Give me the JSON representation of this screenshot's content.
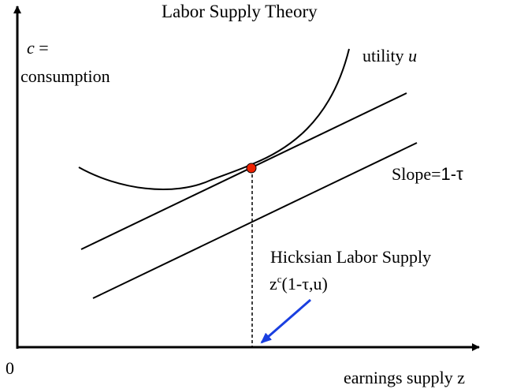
{
  "title": "Labor Supply Theory",
  "y_axis_label": {
    "var": "c",
    "eq": " =",
    "line2": "consumption"
  },
  "x_axis_label": "earnings supply z",
  "origin_label": "0",
  "utility_label": {
    "text": "utility ",
    "var": "u"
  },
  "slope_label": {
    "prefix": "Slope=",
    "value": "1-τ"
  },
  "hicksian_label": {
    "line1": "Hicksian Labor Supply",
    "base": "z",
    "superscript": "c",
    "args": "(1-τ,u)"
  },
  "colors": {
    "axes": "#000000",
    "lines": "#000000",
    "tangency_point": "#ee2200",
    "arrow": "#1a3fe0"
  }
}
